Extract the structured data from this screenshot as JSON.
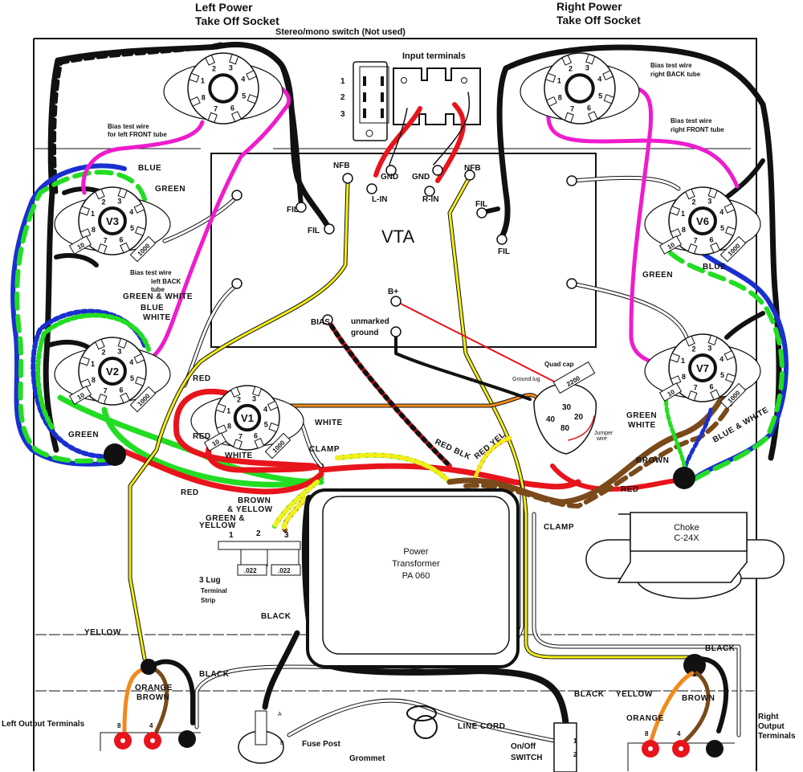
{
  "title": {
    "left_pto": [
      "Left Power",
      "Take Off Socket"
    ],
    "right_pto": [
      "Right Power",
      "Take Off Socket"
    ],
    "stereo_switch": "Stereo/mono switch (Not used)",
    "switch_positions": [
      "1",
      "2",
      "3"
    ],
    "input_terminals": "Input terminals"
  },
  "board": {
    "name": "VTA",
    "nfb_left": "NFB",
    "nfb_right": "NFB",
    "gnd_left": "GND",
    "gnd_right": "GND",
    "l_in": "L-IN",
    "r_in": "R-IN",
    "fil": [
      "FIL",
      "FIL",
      "FIL",
      "FIL"
    ],
    "b_plus": "B+",
    "bias": "BIAS",
    "unmarked_ground": [
      "unmarked",
      "ground"
    ]
  },
  "tubes": {
    "v1": "V1",
    "v2": "V2",
    "v3": "V3",
    "v6": "V6",
    "v7": "V7"
  },
  "socket_pins": [
    "1",
    "2",
    "3",
    "4",
    "5",
    "6",
    "7",
    "8"
  ],
  "resistors": {
    "r10": "10",
    "r1000": "1000"
  },
  "notes": {
    "bias_left_front": [
      "Bias test wire",
      "for left FRONT tube"
    ],
    "bias_left_back": [
      "Bias test wire",
      "left BACK",
      "tube"
    ],
    "bias_right_back": [
      "Bias test wire",
      "right BACK tube"
    ],
    "bias_right_front": [
      "Bias test wire",
      "right FRONT tube"
    ]
  },
  "wire_labels": {
    "blue_v3": "BLUE",
    "green_v3": "GREEN",
    "green_white_v2": "GREEN & WHITE",
    "blue_white_v2": [
      "BLUE",
      "WHITE"
    ],
    "green_left": "GREEN",
    "red_v1_top": "RED",
    "red_v1": "RED",
    "white_v1_right": "WHITE",
    "white_v1_bottom": "WHITE",
    "clamp_left": "CLAMP",
    "red_left": "RED",
    "brown_yellow": [
      "BROWN",
      "& YELLOW"
    ],
    "green_yellow": [
      "GREEN &",
      "YELLOW"
    ],
    "green_v6": "GREEN",
    "blue_v6": "BLUE",
    "green_white_v7": [
      "GREEN",
      "WHITE"
    ],
    "brown_right": "BROWN",
    "blue_white_right": "BLUE & WHITE",
    "red_right": "RED",
    "clamp_right": "CLAMP",
    "red_blk": "RED BLK",
    "red_yel": "RED YEL",
    "black_transformer": "BLACK",
    "yellow_left": "YELLOW",
    "black_left_out": "BLACK",
    "orange_left": "ORANGE",
    "brown_left": "BROWN",
    "black_switch": "BLACK",
    "line_cord": "LINE CORD",
    "yellow_right": "YELLOW",
    "black_right_out": "BLACK",
    "brown_right_out": "BROWN",
    "orange_right": "ORANGE",
    "jumper_wire": [
      "Jumper",
      "wire"
    ]
  },
  "quad_cap": {
    "label": "Quad cap",
    "ground_lug": "Ground lug",
    "value": "2200",
    "terminals": [
      "30",
      "40",
      "20",
      "80"
    ]
  },
  "terminal_strip": {
    "lugs": [
      "1",
      "2",
      "3"
    ],
    "caps": [
      ".022",
      ".022"
    ],
    "label": [
      "3 Lug",
      "Terminal",
      "Strip"
    ]
  },
  "power_transformer": [
    "Power",
    "Transformer",
    "PA 060"
  ],
  "choke": [
    "Choke",
    "C-24X"
  ],
  "outputs": {
    "left_label": "Left Output Terminals",
    "right_label": [
      "Right",
      "Output",
      "Terminals"
    ],
    "taps": [
      "8",
      "4"
    ]
  },
  "fuse": {
    "label": "Fuse Post",
    "a": "A",
    "b": "B"
  },
  "grommet": "Grommet",
  "power_switch": [
    "On/Off",
    "SWITCH"
  ],
  "switch_terminals": [
    "1",
    "2"
  ],
  "colors": {
    "red": "#e8141c",
    "black": "#111111",
    "green": "#22dd22",
    "blue": "#1a2fd0",
    "magenta": "#ee1ccc",
    "yellow": "#f4ee1a",
    "orange": "#f08a1c",
    "brown": "#7a4a1a",
    "gray": "#999999"
  }
}
